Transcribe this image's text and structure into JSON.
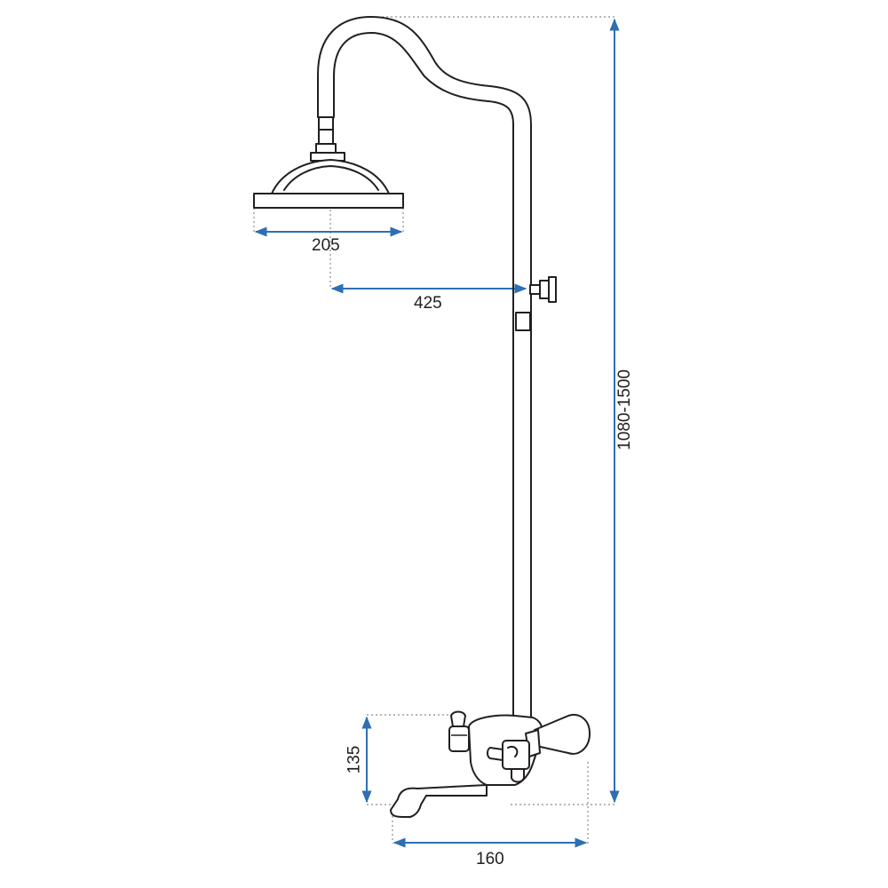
{
  "diagram": {
    "dimensions": {
      "shower_head_width": "205",
      "arm_reach": "425",
      "total_height": "1080-1500",
      "mixer_height": "135",
      "spout_length": "160"
    },
    "colors": {
      "outline": "#231f20",
      "dimension": "#2e6fb4",
      "extension_dots": "#8c8c8c"
    }
  }
}
